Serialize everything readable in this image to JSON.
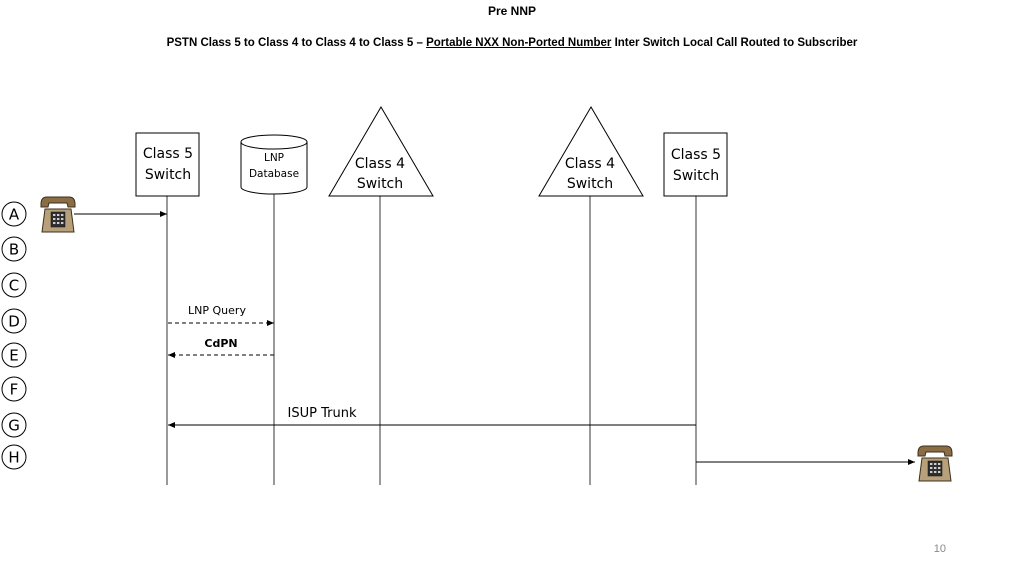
{
  "title": "Pre NNP",
  "subtitle": {
    "prefix": "PSTN Class 5 to Class 4 to Class 4 to Class 5 – ",
    "underlined": "Portable NXX Non-Ported Number",
    "suffix": " Inter Switch Local Call Routed to Subscriber"
  },
  "nodes": {
    "class5_left": {
      "line1": "Class 5",
      "line2": "Switch"
    },
    "lnp_db": {
      "line1": "LNP",
      "line2": "Database"
    },
    "class4_left": {
      "line1": "Class 4",
      "line2": "Switch"
    },
    "class4_right": {
      "line1": "Class 4",
      "line2": "Switch"
    },
    "class5_right": {
      "line1": "Class 5",
      "line2": "Switch"
    }
  },
  "messages": {
    "lnp_query": "LNP Query",
    "cdpn": "CdPN",
    "isup_trunk": "ISUP Trunk"
  },
  "steps": [
    "A",
    "B",
    "C",
    "D",
    "E",
    "F",
    "G",
    "H"
  ],
  "page_number": "10",
  "icons": {
    "caller": "telephone-icon",
    "callee": "telephone-icon"
  }
}
